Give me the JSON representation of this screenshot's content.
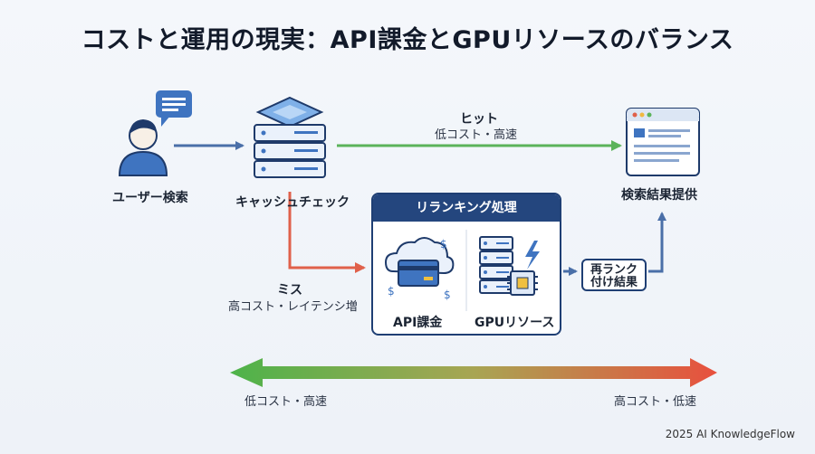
{
  "title": "コストと運用の現実：API課金とGPUリソースのバランス",
  "nodes": {
    "user_search": "ユーザー検索",
    "cache_check": "キャッシュチェック",
    "result_delivery": "検索結果提供",
    "rerank_result_line1": "再ランク",
    "rerank_result_line2": "付け結果"
  },
  "hit": {
    "label": "ヒット",
    "note": "低コスト・高速"
  },
  "miss": {
    "label": "ミス",
    "note": "高コスト・レイテンシ増"
  },
  "rerank_panel": {
    "title": "リランキング処理",
    "api_label": "API課金",
    "gpu_label": "GPUリソース"
  },
  "scale": {
    "left": "低コスト・高速",
    "right": "高コスト・低速"
  },
  "footer": "2025 AI KnowledgeFlow",
  "colors": {
    "hit_arrow": "#5bb35a",
    "miss_arrow": "#e0604a",
    "flow_arrow": "#4a6fa8",
    "navy": "#24467e"
  }
}
